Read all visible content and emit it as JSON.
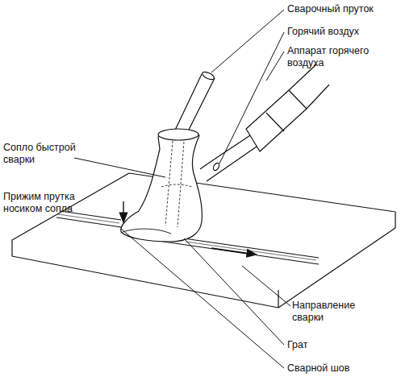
{
  "diagram": {
    "labels": [
      "Сварочный пруток",
      "Горячий воздух",
      "Аппарат горячего воздуха",
      "Сопло быстрой сварки",
      "Прижим прутка носиком сопла",
      "Направление сварки",
      "Грат",
      "Сварной шов"
    ]
  }
}
